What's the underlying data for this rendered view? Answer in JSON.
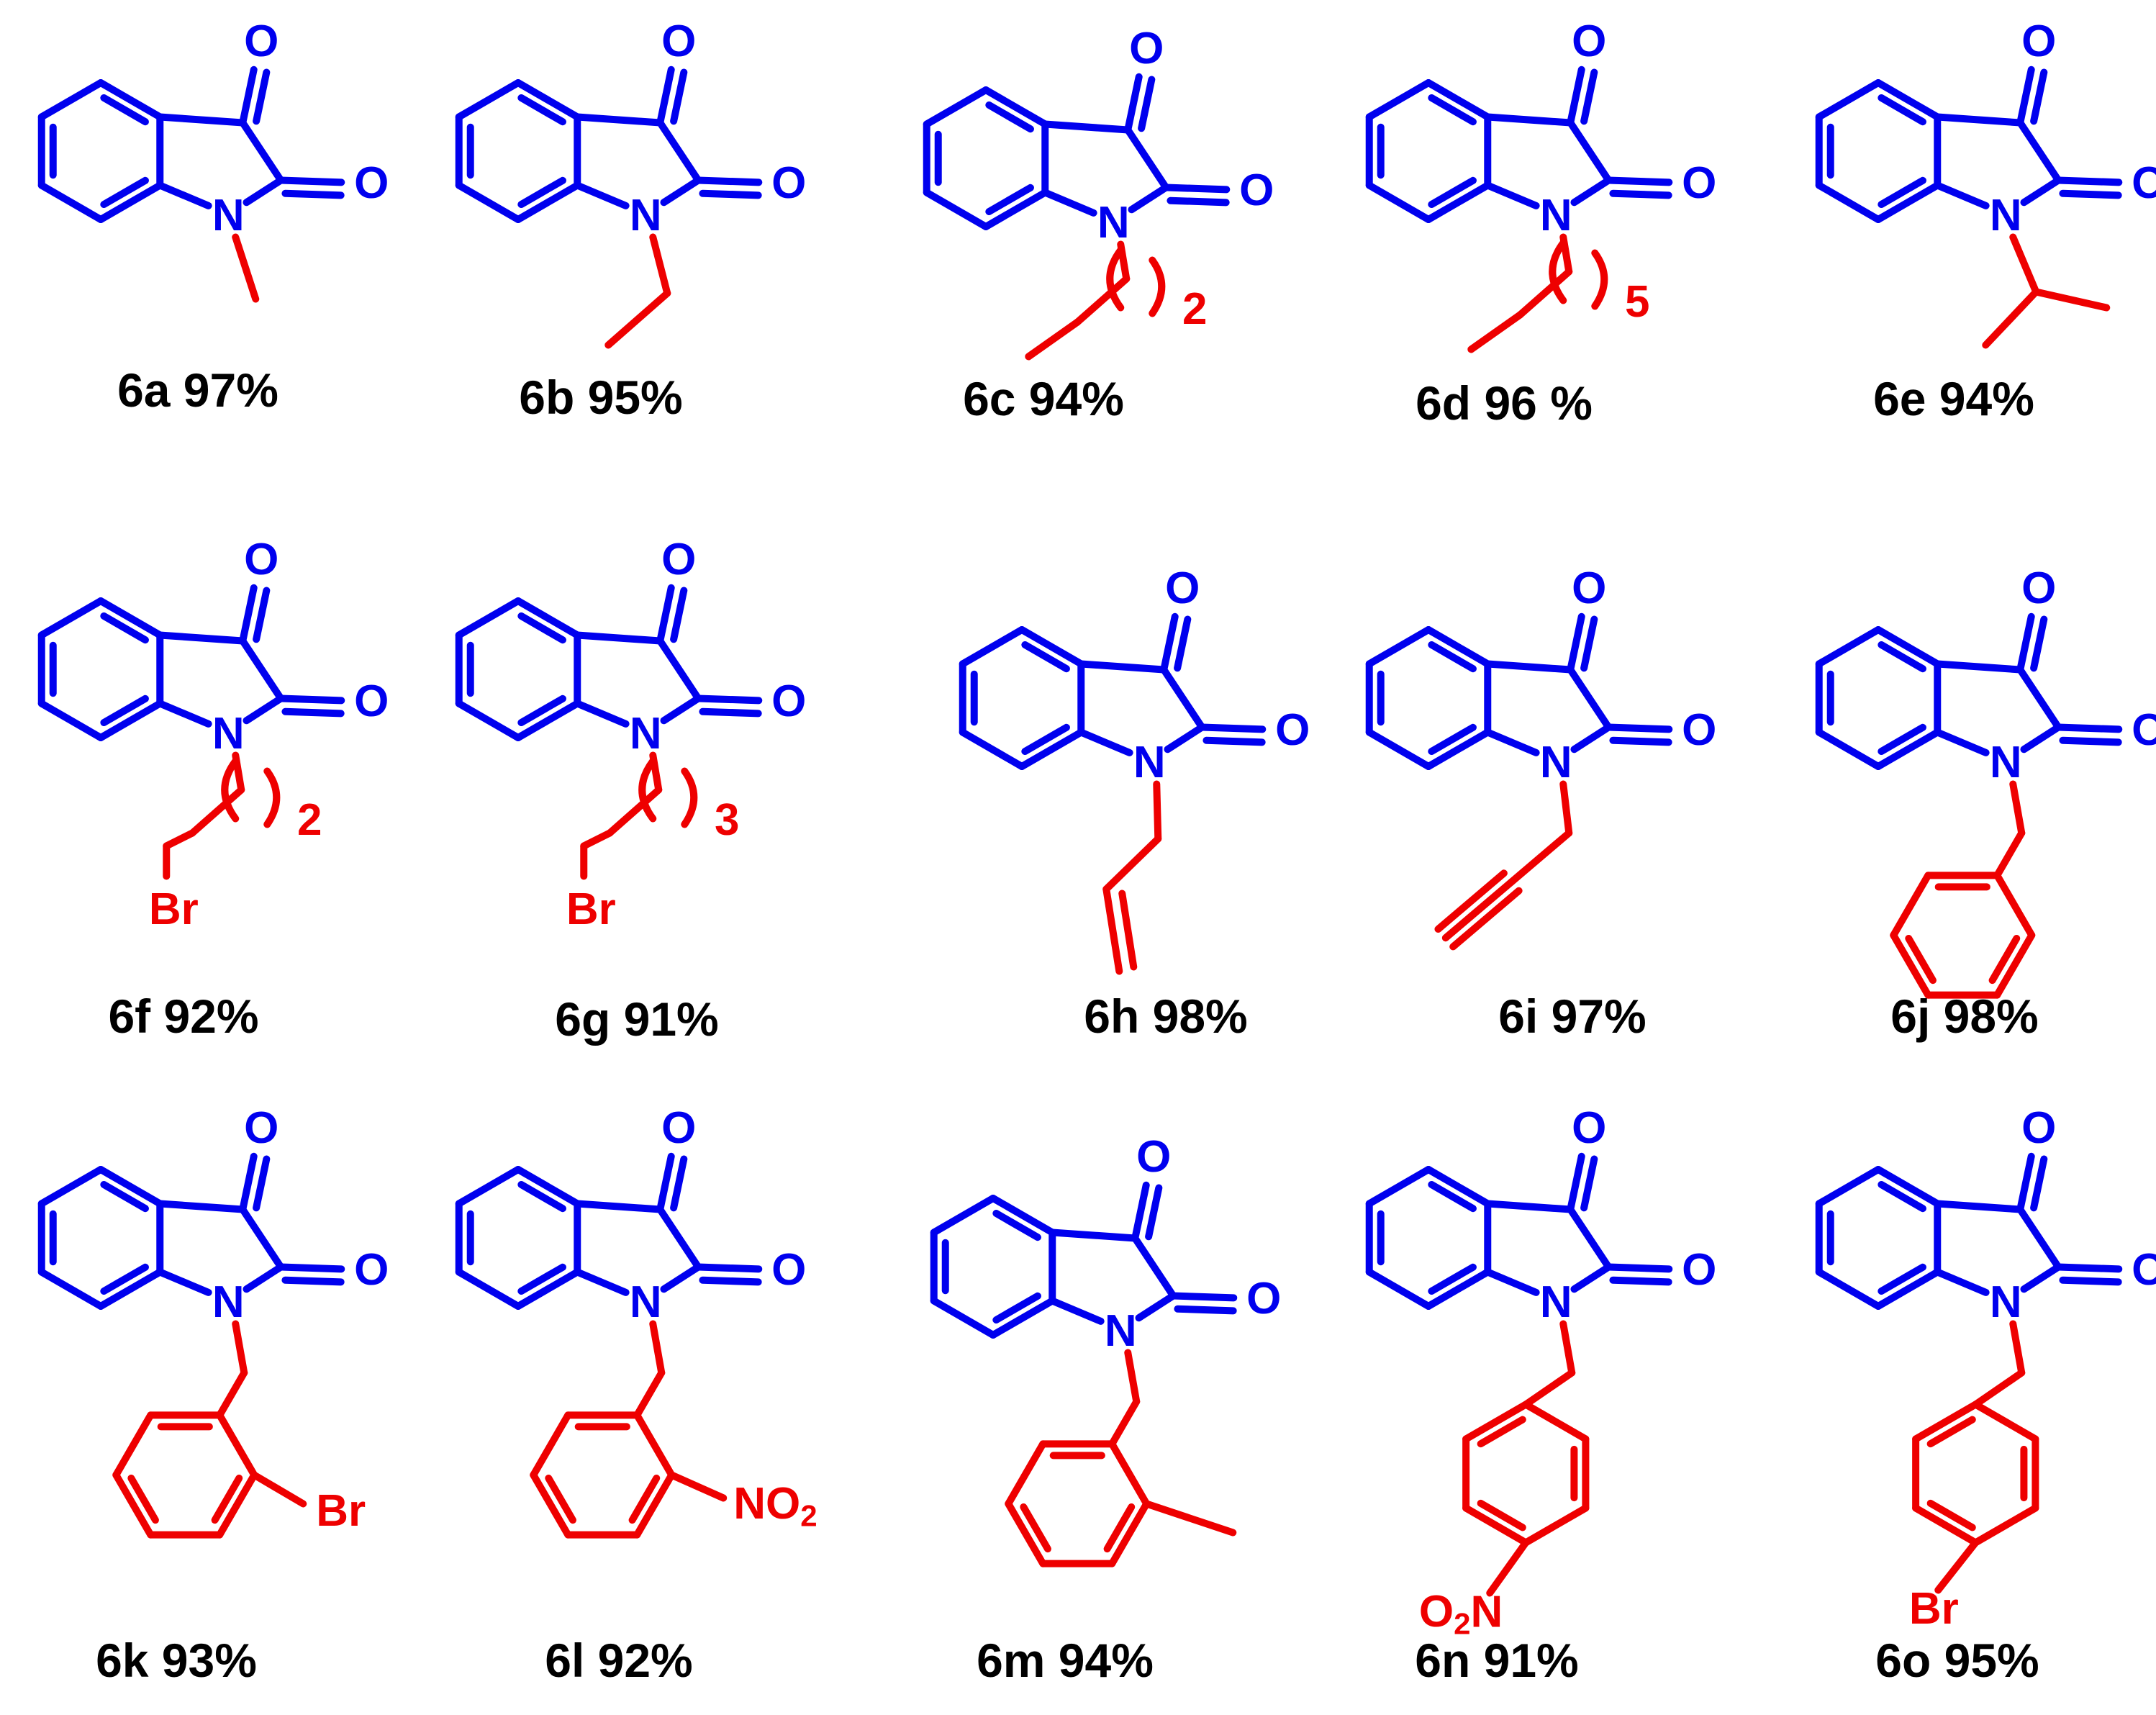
{
  "colors": {
    "core": "#0000ee",
    "substituent": "#ee0000",
    "label": "#000000"
  },
  "atoms": {
    "oxygen": "O",
    "nitrogen": "N",
    "bromine": "Br",
    "nitro": "NO",
    "nitro_sub": "2",
    "nitro_o": "O",
    "nitro_n": "N"
  },
  "compounds": [
    {
      "id": "6a",
      "label": "6a 97%",
      "substituent": "methyl"
    },
    {
      "id": "6b",
      "label": "6b 95%",
      "substituent": "ethyl"
    },
    {
      "id": "6c",
      "label": "6c 94%",
      "substituent": "chain",
      "repeat": "2"
    },
    {
      "id": "6d",
      "label": "6d 96 %",
      "substituent": "chain",
      "repeat": "5"
    },
    {
      "id": "6e",
      "label": "6e 94%",
      "substituent": "isopropyl"
    },
    {
      "id": "6f",
      "label": "6f 92%",
      "substituent": "bromoalkyl",
      "repeat": "2"
    },
    {
      "id": "6g",
      "label": "6g 91%",
      "substituent": "bromoalkyl",
      "repeat": "3"
    },
    {
      "id": "6h",
      "label": "6h 98%",
      "substituent": "allyl"
    },
    {
      "id": "6i",
      "label": "6i 97%",
      "substituent": "propargyl"
    },
    {
      "id": "6j",
      "label": "6j 98%",
      "substituent": "benzyl"
    },
    {
      "id": "6k",
      "label": "6k 93%",
      "substituent": "2-bromobenzyl"
    },
    {
      "id": "6l",
      "label": "6l 92%",
      "substituent": "2-nitrobenzyl"
    },
    {
      "id": "6m",
      "label": "6m 94%",
      "substituent": "2-methylbenzyl"
    },
    {
      "id": "6n",
      "label": "6n 91%",
      "substituent": "4-nitrobenzyl"
    },
    {
      "id": "6o",
      "label": "6o 95%",
      "substituent": "4-bromobenzyl"
    }
  ]
}
